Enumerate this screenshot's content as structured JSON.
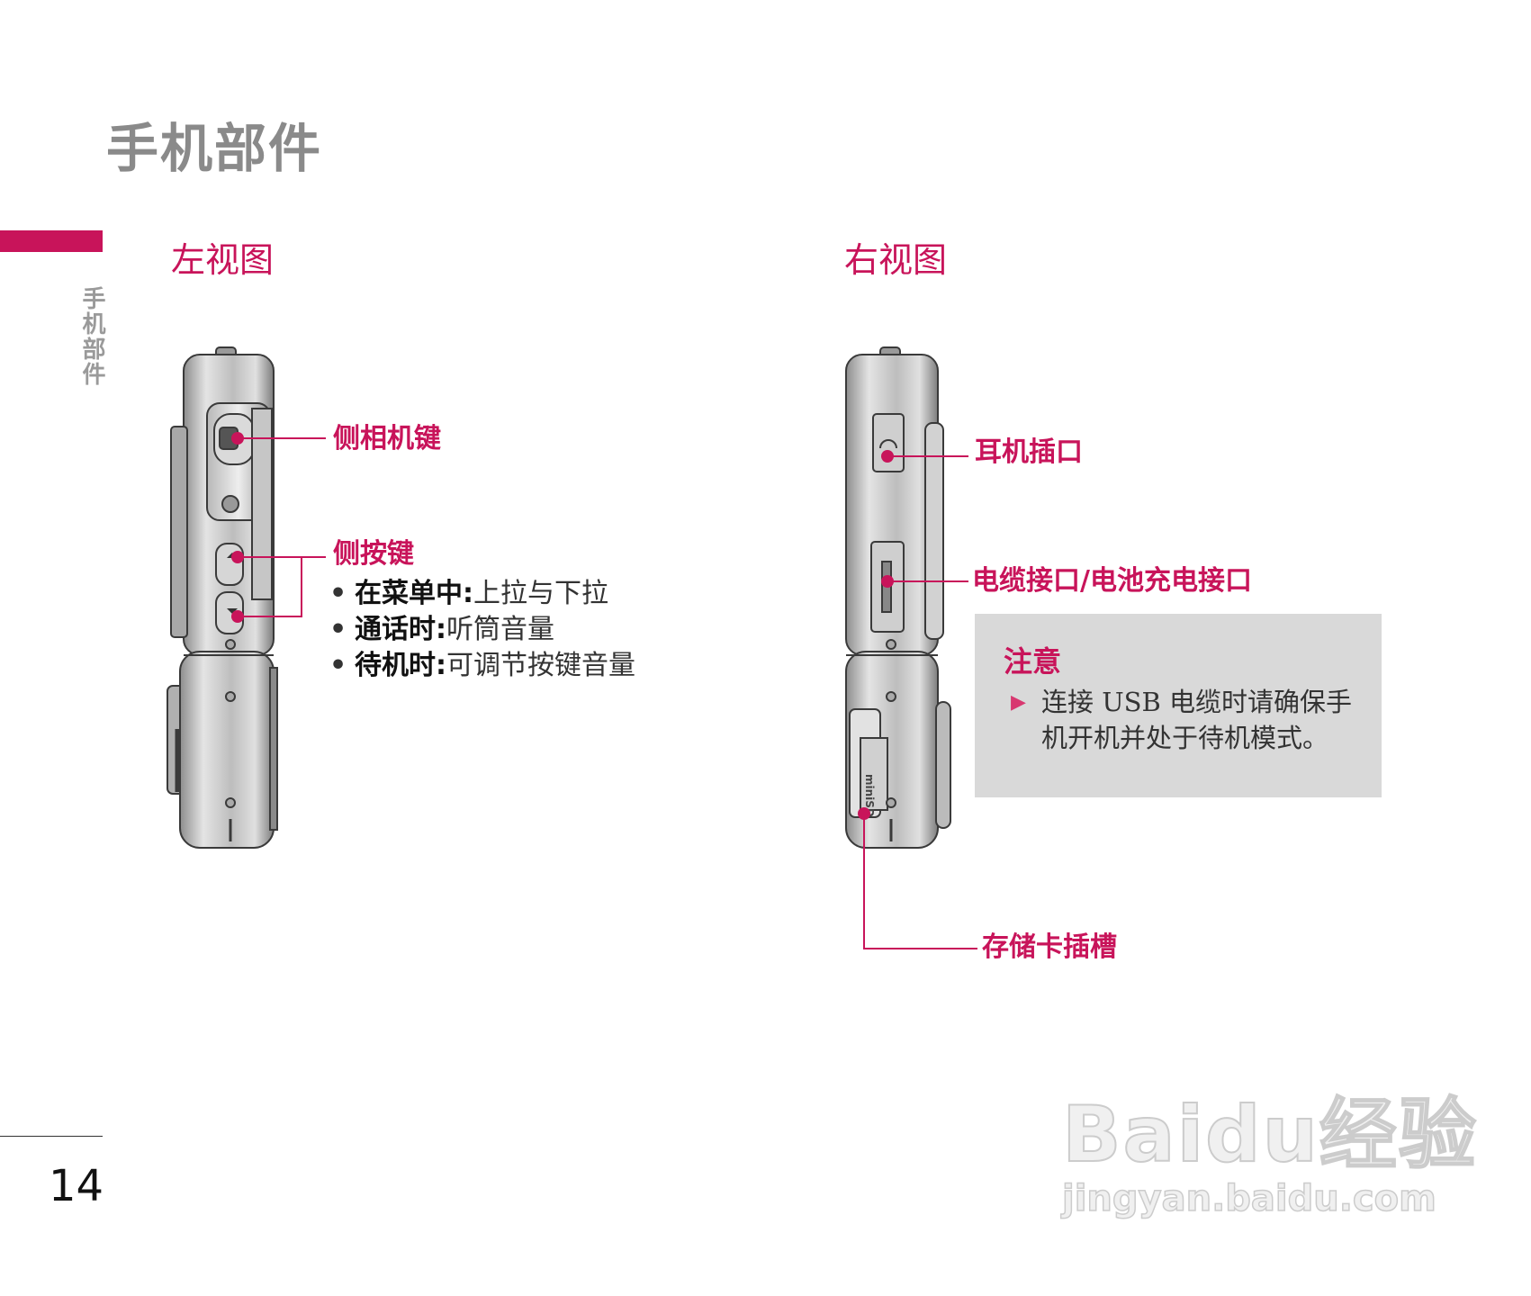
{
  "page": {
    "title": "手机部件",
    "side_tab": "手机部件",
    "page_number": "14"
  },
  "left_view": {
    "heading": "左视图",
    "labels": {
      "camera_key": "侧相机键",
      "side_keys": "侧按键"
    },
    "bullets": [
      {
        "term": "在菜单中:",
        "text": "上拉与下拉"
      },
      {
        "term": "通话时:",
        "text": "听筒音量"
      },
      {
        "term": "待机时:",
        "text": "可调节按键音量"
      }
    ]
  },
  "right_view": {
    "heading": "右视图",
    "labels": {
      "earphone_jack": "耳机插口",
      "cable_port": "电缆接口/电池充电接口",
      "memory_card_slot": "存储卡插槽"
    },
    "device_marking": "miniSD"
  },
  "note": {
    "title": "注意",
    "text": "连接 USB 电缆时请确保手机开机并处于待机模式。"
  },
  "watermark": {
    "brand": "Baidu经验",
    "url": "jingyan.baidu.com"
  },
  "colors": {
    "accent": "#c8145a",
    "title_gray": "#8a8a8a",
    "note_bg": "#d9d9d9"
  }
}
